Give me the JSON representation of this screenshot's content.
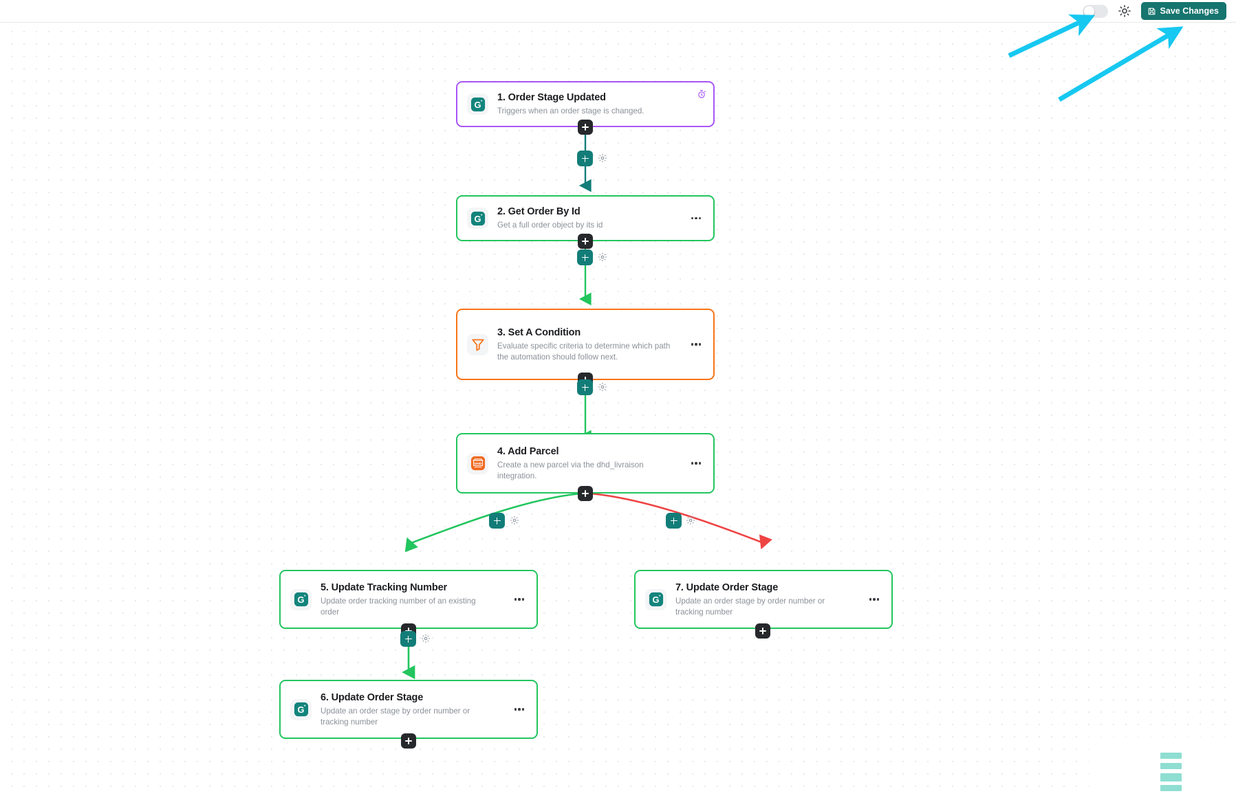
{
  "topbar": {
    "theme_toggle": {
      "name": "dark-mode-toggle",
      "state": "off"
    },
    "theme_icon": "sun-icon",
    "save_label": "Save Changes",
    "save_icon": "save-disk-icon",
    "accent_color": "#16756e"
  },
  "canvas": {
    "grid": "dots",
    "colors": {
      "trigger_border": "#a855f7",
      "action_border": "#22c55e",
      "condition_border": "#f97316",
      "true_edge": "#22c55e",
      "false_edge": "#ef4444",
      "teal_edge": "#127d78",
      "annotation_arrow": "#17c8f0"
    }
  },
  "nodes": [
    {
      "id": "n1",
      "title": "1. Order Stage Updated",
      "desc": "Triggers when an order stage is changed.",
      "icon": "g-logo-icon",
      "kind": "trigger",
      "has_history_icon": true,
      "history_icon": "stopwatch-history-icon",
      "has_menu": false
    },
    {
      "id": "n2",
      "title": "2. Get Order By Id",
      "desc": "Get a full order object by its id",
      "icon": "g-logo-icon",
      "kind": "action",
      "has_history_icon": false,
      "has_menu": true
    },
    {
      "id": "n3",
      "title": "3. Set A Condition",
      "desc": "Evaluate specific criteria to determine which path the automation should follow next.",
      "icon": "funnel-filter-icon",
      "kind": "condition",
      "has_history_icon": false,
      "has_menu": true
    },
    {
      "id": "n4",
      "title": "4. Add Parcel",
      "desc": "Create a new parcel via the dhd_livraison integration.",
      "icon": "dhd-parcel-icon",
      "kind": "action",
      "has_history_icon": false,
      "has_menu": true
    },
    {
      "id": "n5",
      "title": "5. Update Tracking Number",
      "desc": "Update order tracking number of an existing order",
      "icon": "g-logo-icon",
      "kind": "action",
      "has_history_icon": false,
      "has_menu": true
    },
    {
      "id": "n6",
      "title": "6. Update Order Stage",
      "desc": "Update an order stage by order number or tracking number",
      "icon": "g-logo-icon",
      "kind": "action",
      "has_history_icon": false,
      "has_menu": true
    },
    {
      "id": "n7",
      "title": "7. Update Order Stage",
      "desc": "Update an order stage by order number or tracking number",
      "icon": "g-logo-icon",
      "kind": "action",
      "has_history_icon": false,
      "has_menu": true
    }
  ],
  "edges": [
    {
      "from": "n1",
      "to": "n2",
      "color": "#127d78",
      "label": ""
    },
    {
      "from": "n2",
      "to": "n3",
      "color": "#22c55e",
      "label": ""
    },
    {
      "from": "n3",
      "to": "n4",
      "color": "#22c55e",
      "label": ""
    },
    {
      "from": "n4",
      "to": "n5",
      "color": "#22c55e",
      "label": "true"
    },
    {
      "from": "n4",
      "to": "n7",
      "color": "#ef4444",
      "label": "false"
    },
    {
      "from": "n5",
      "to": "n6",
      "color": "#22c55e",
      "label": ""
    }
  ],
  "minimap": {
    "name": "canvas-minimap",
    "node_count": 7
  }
}
